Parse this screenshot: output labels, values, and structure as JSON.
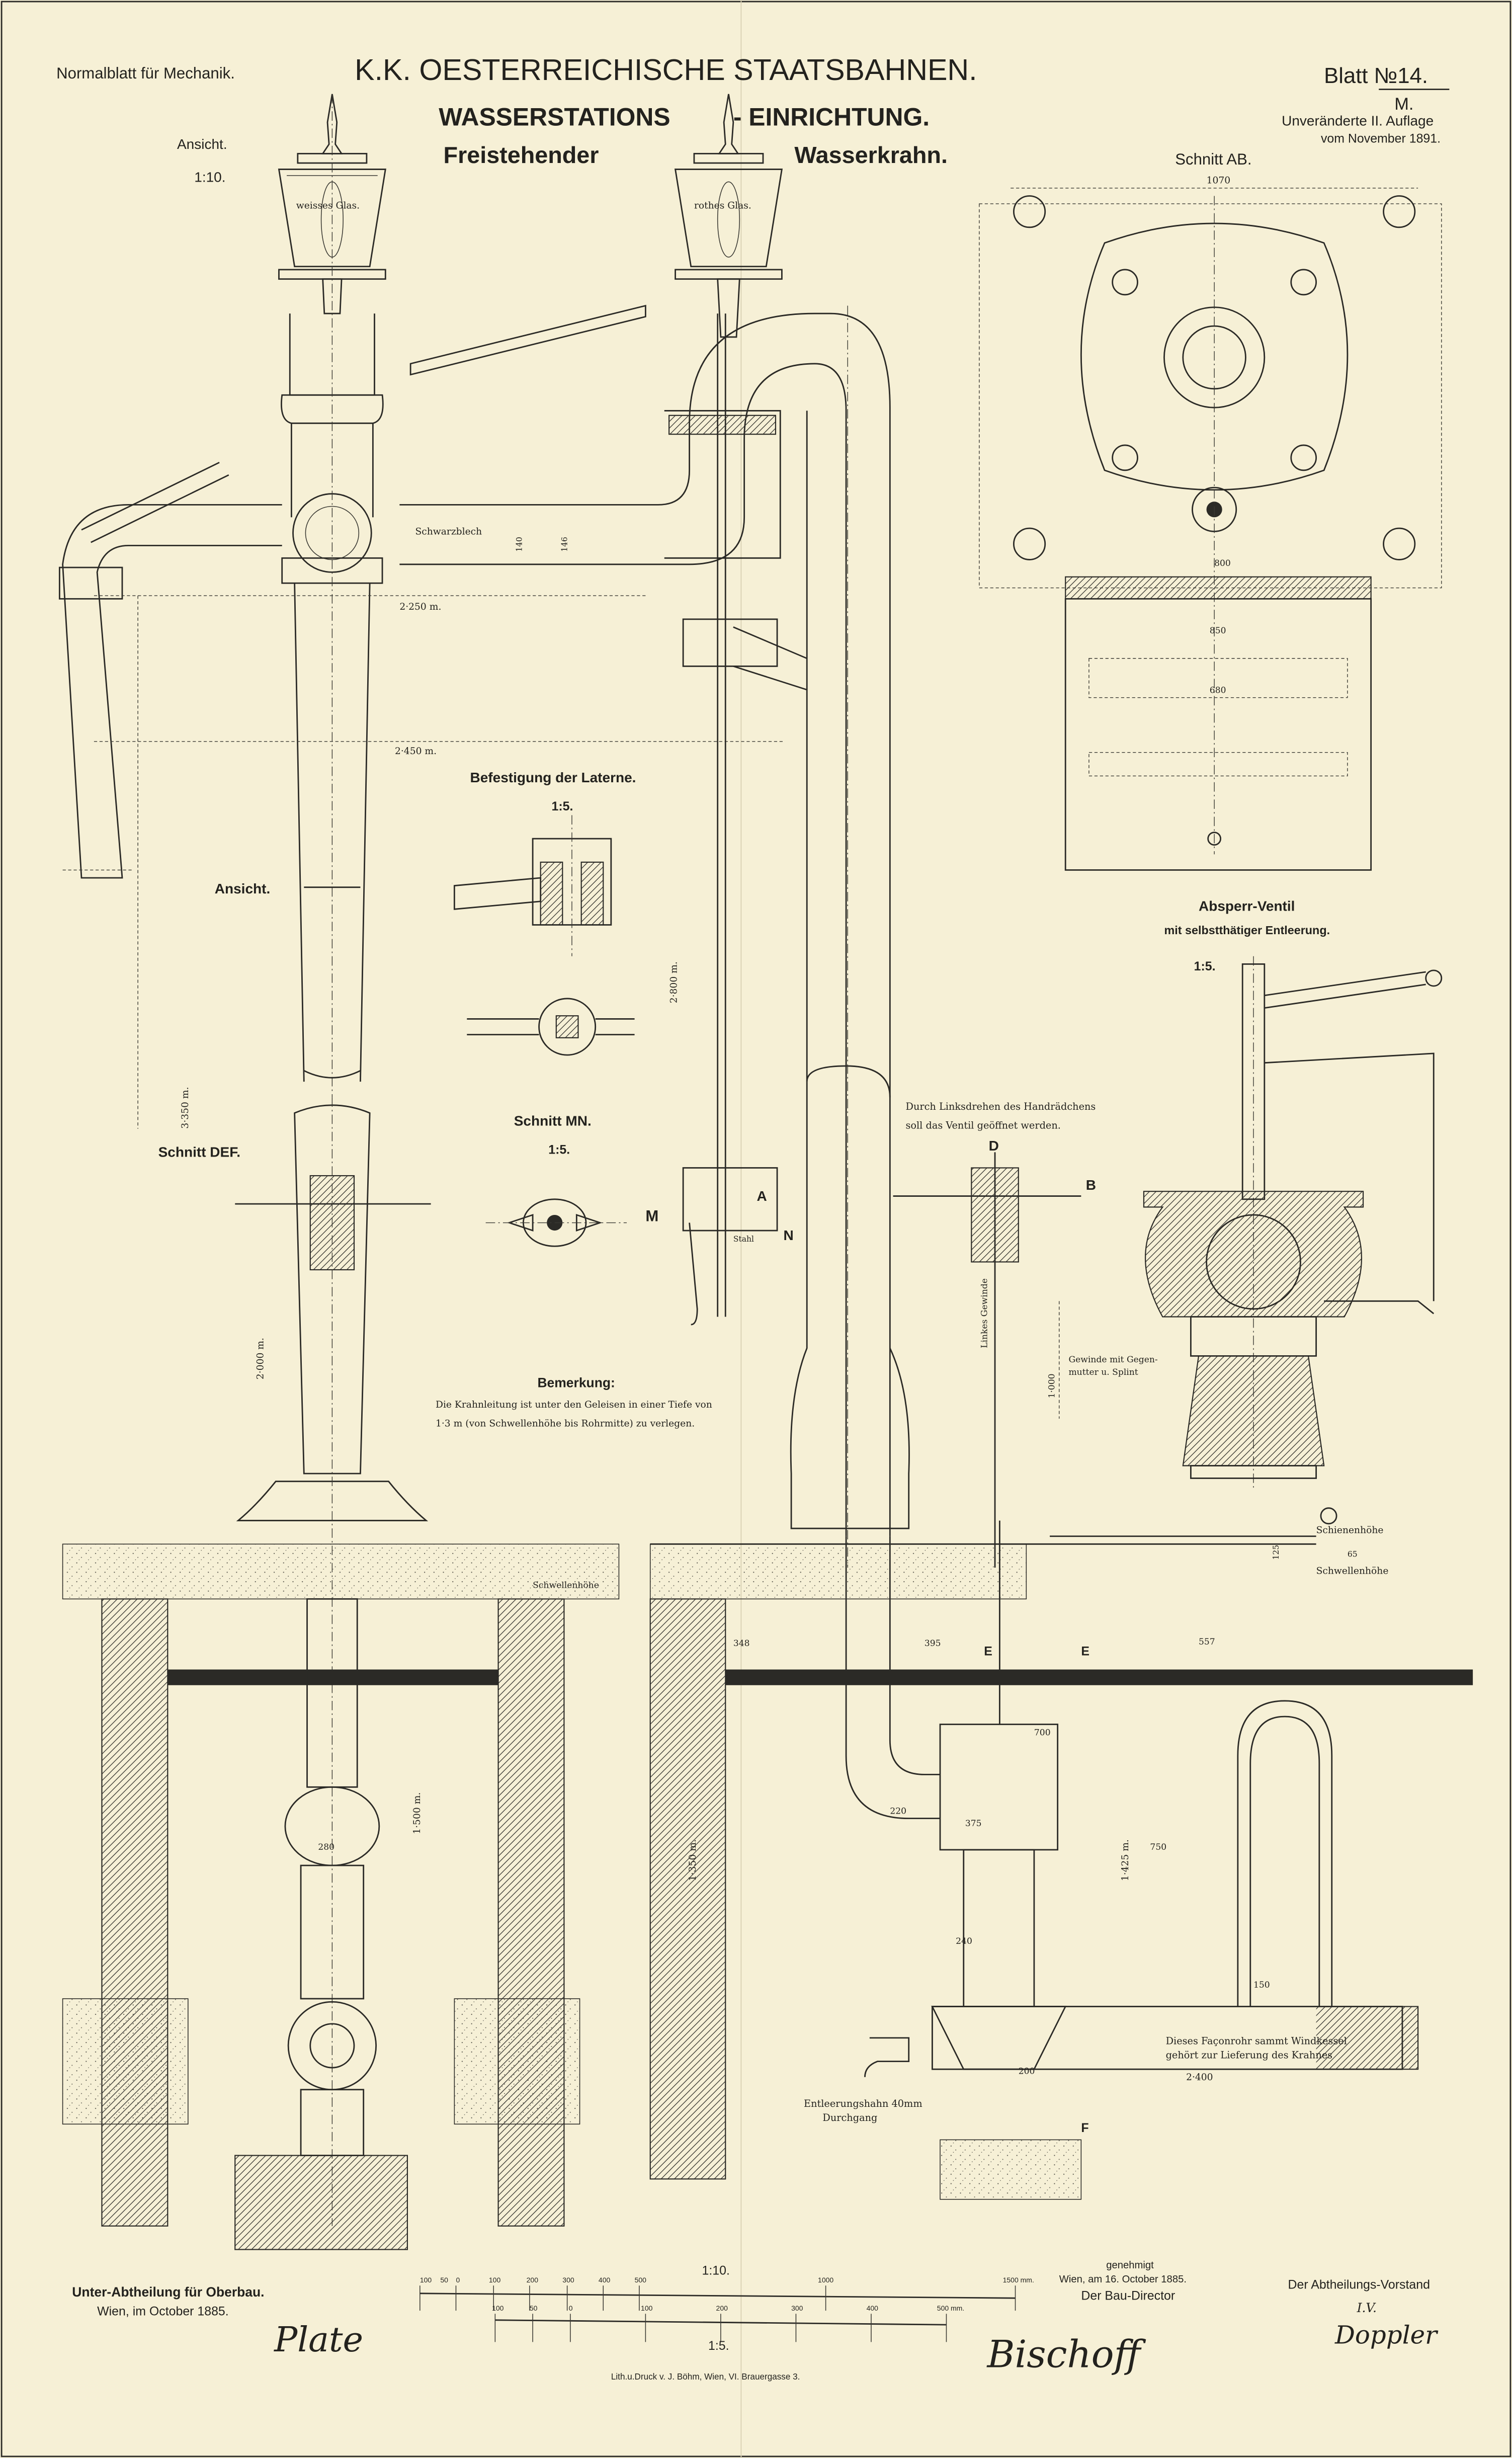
{
  "header": {
    "series_label": "Normalblatt für Mechanik.",
    "authority": "K.K. OESTERREICHISCHE STAATSBAHNEN.",
    "sheet_number": "Blatt №14.",
    "sheet_letter": "M.",
    "edition": "Unveränderte II. Auflage",
    "edition_date": "vom November 1891.",
    "title_line1_a": "WASSERSTATIONS",
    "title_line1_b": "- EINRICHTUNG.",
    "title_line2_a": "Freistehender",
    "title_line2_b": "Wasserkrahn."
  },
  "views": {
    "elevation_title": "Ansicht.",
    "elevation_scale": "1:10.",
    "section_ab": "Schnitt AB.",
    "lamp_white": "weisses Glas.",
    "lamp_red": "rothes Glas.",
    "arm_material": "Schwarzblech",
    "lantern_mount_title": "Befestigung der Laterne.",
    "lantern_mount_scale": "1:5.",
    "elevation_arm": "Ansicht.",
    "section_mn": "Schnitt MN.",
    "section_mn_scale": "1:5.",
    "section_def": "Schnitt DEF.",
    "valve_title": "Absperr-Ventil",
    "valve_subtitle": "mit selbstthätiger Entleerung.",
    "valve_scale": "1:5.",
    "handwheel_note_1": "Durch Linksdrehen des Handrädchens",
    "handwheel_note_2": "soll das Ventil geöffnet werden.",
    "thread_note_1": "Gewinde mit Gegen-",
    "thread_note_2": "mutter u. Splint",
    "left_thread": "Linkes Gewinde",
    "steel": "Stahl",
    "rail_level": "Schienenhöhe",
    "sleeper_level": "Schwellenhöhe",
    "pipe_note_1": "Dieses Façonrohr sammt Windkessel",
    "pipe_note_2": "gehört zur Lieferung des Krahnes",
    "drain_note_1": "Entleerungshahn 40mm",
    "drain_note_2": "Durchgang",
    "section_letters": [
      "A",
      "B",
      "D",
      "E",
      "E",
      "F",
      "M",
      "N"
    ]
  },
  "remark": {
    "title": "Bemerkung:",
    "line1": "Die Krahnleitung ist unter den Geleisen in einer Tiefe von",
    "line2": "1·3 m (von Schwellenhöhe bis Rohrmitte) zu verlegen."
  },
  "dimensions": {
    "d_2250": "2·250 m.",
    "d_2450": "2·450 m.",
    "d_3350": "3·350 m.",
    "d_2800": "2·800 m.",
    "d_1070": "1070",
    "d_850": "850",
    "d_680": "680",
    "d_800": "800",
    "d_1000": "1·000",
    "d_2400": "2·400",
    "d_1350": "1·350 m.",
    "d_1425": "1·425 m.",
    "d_2000": "2·000 m.",
    "d_1500": "1·500 m.",
    "d_140": "140",
    "d_146": "146",
    "d_125": "125",
    "d_65": "65",
    "d_150": "150",
    "d_200": "200",
    "d_240": "240",
    "d_280": "280",
    "d_700": "700",
    "d_750": "750",
    "d_557": "557",
    "d_395": "395",
    "d_348": "348",
    "d_375": "375",
    "d_220": "220"
  },
  "scales": {
    "scale_1_10": "1:10.",
    "ticks_1_10": [
      "100",
      "50",
      "0",
      "100",
      "200",
      "300",
      "400",
      "500",
      "1000",
      "1500 mm."
    ],
    "scale_1_5": "1:5.",
    "ticks_1_5": [
      "100",
      "50",
      "0",
      "100",
      "200",
      "300",
      "400",
      "500 mm."
    ]
  },
  "footer": {
    "department": "Unter-Abtheilung für Oberbau.",
    "department_date": "Wien, im October 1885.",
    "approved": "genehmigt",
    "approved_date": "Wien, am 16. October 1885.",
    "director": "Der Bau-Director",
    "head": "Der Abtheilungs-Vorstand",
    "head_proxy": "I.V.",
    "printer": "Lith.u.Druck v. J. Böhm, Wien, VI. Brauergasse 3.",
    "signature_left": "Plate",
    "signature_center": "Bischoff",
    "signature_right": "Doppler"
  },
  "colors": {
    "paper": "#f6f0d6",
    "ink": "#23221e"
  }
}
